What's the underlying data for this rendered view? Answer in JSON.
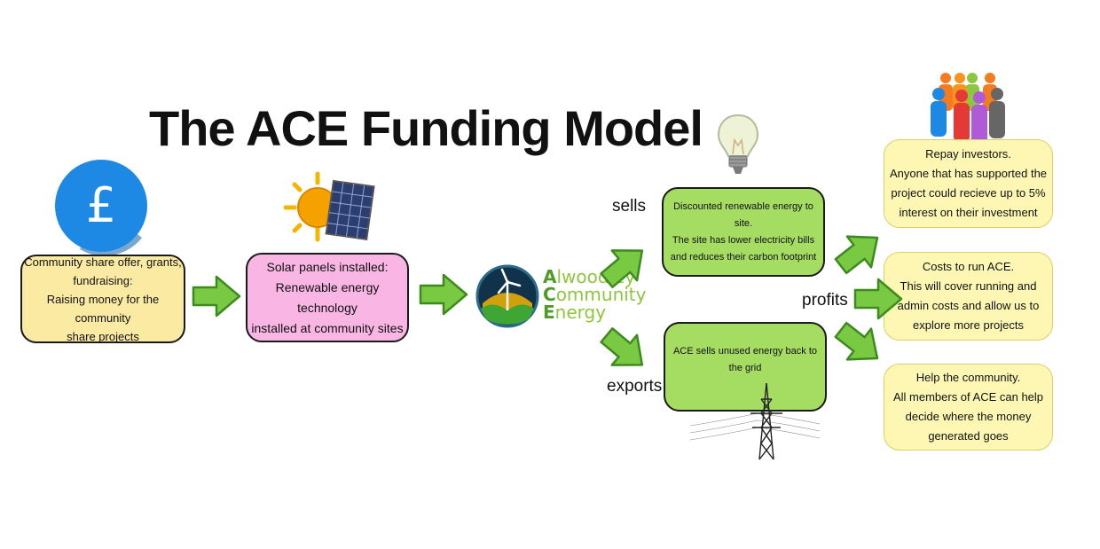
{
  "title": "The ACE Funding Model",
  "funding_box": {
    "lines": [
      "Community share offer, grants,",
      "fundraising:",
      "Raising money for the community",
      "share projects"
    ]
  },
  "solar_box": {
    "lines": [
      "Solar panels installed:",
      "Renewable energy technology",
      "installed at community sites"
    ]
  },
  "logo": {
    "line1_initial": "A",
    "line1_rest": "lwoodley",
    "line2_initial": "C",
    "line2_rest": "ommunity",
    "line3_initial": "E",
    "line3_rest": "nergy"
  },
  "sells_label": "sells",
  "exports_label": "exports",
  "profits_label": "profits",
  "sells_box": {
    "lines": [
      "Discounted renewable energy to",
      "site.",
      "The site has lower electricity bills",
      "and reduces their carbon footprint"
    ]
  },
  "exports_box": {
    "lines": [
      "ACE sells unused energy back to",
      "the grid"
    ]
  },
  "repay_box": {
    "lines": [
      "Repay investors.",
      "Anyone that has supported the",
      "project could recieve up to 5%",
      "interest on their investment"
    ]
  },
  "costs_box": {
    "lines": [
      "Costs to run ACE.",
      "This will cover running and",
      "admin costs and allow us to",
      "explore more projects"
    ]
  },
  "community_box": {
    "lines": [
      "Help the community.",
      "All members of ACE can help",
      "decide where the money",
      "generated goes"
    ]
  },
  "icons": {
    "pound": "pound-coin-icon",
    "sun": "sun-solar-panel-icon",
    "bulb": "lightbulb-icon",
    "people": "people-group-icon",
    "pylon": "power-pylon-icon"
  },
  "colors": {
    "arrow_green": "#7ac943",
    "box_yellow": "#fbeaa2",
    "box_pink": "#f9b6e4",
    "box_green": "#a5dc62",
    "box_light_yellow": "#fdf7b3",
    "pound_blue": "#1e88e5"
  }
}
